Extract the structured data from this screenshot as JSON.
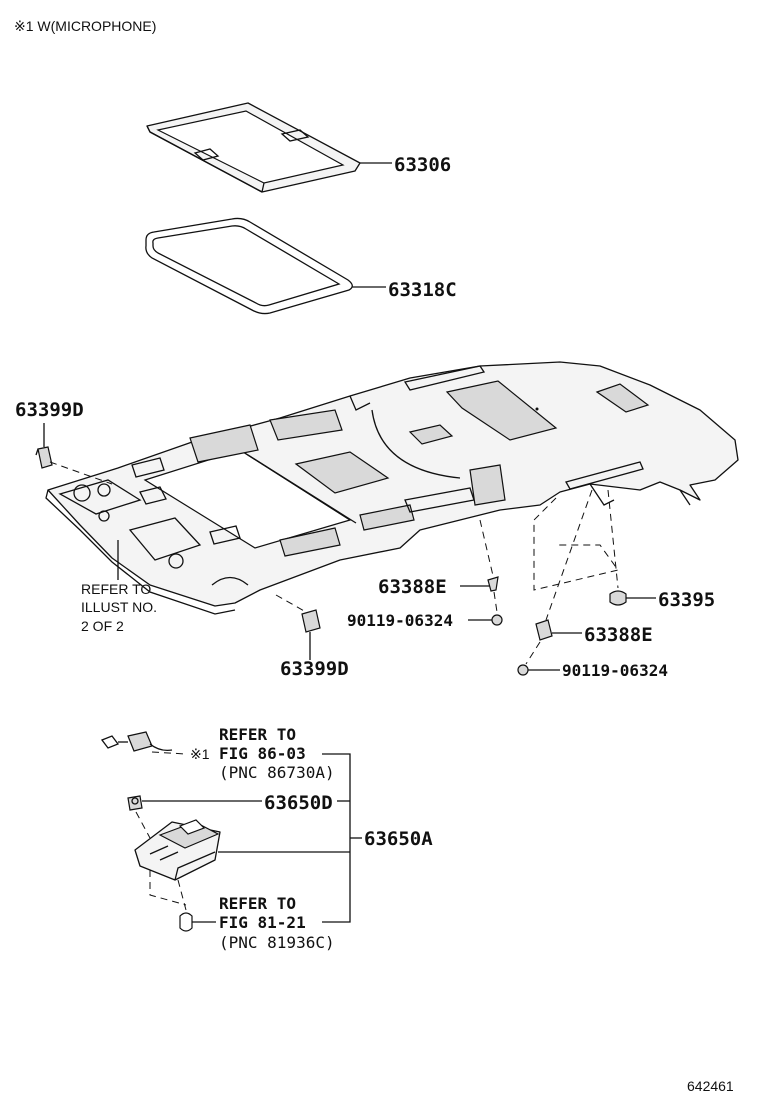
{
  "note": "※1 W(MICROPHONE)",
  "drawing_number": "642461",
  "parts": {
    "p63306": "63306",
    "p63318C": "63318C",
    "p63399D_top": "63399D",
    "p63399D_bottom": "63399D",
    "p63388E_left": "63388E",
    "p63388E_right": "63388E",
    "p63395": "63395",
    "p90119_left": "90119-06324",
    "p90119_right": "90119-06324",
    "p63650D": "63650D",
    "p63650A": "63650A"
  },
  "refer_illust": [
    "REFER TO",
    "ILLUST NO.",
    "2 OF 2"
  ],
  "refer_fig_86": [
    "REFER TO",
    "FIG 86-03",
    "(PNC 86730A)"
  ],
  "refer_fig_81": [
    "REFER TO",
    "FIG 81-21",
    "(PNC 81936C)"
  ],
  "mic_marker": "※1"
}
